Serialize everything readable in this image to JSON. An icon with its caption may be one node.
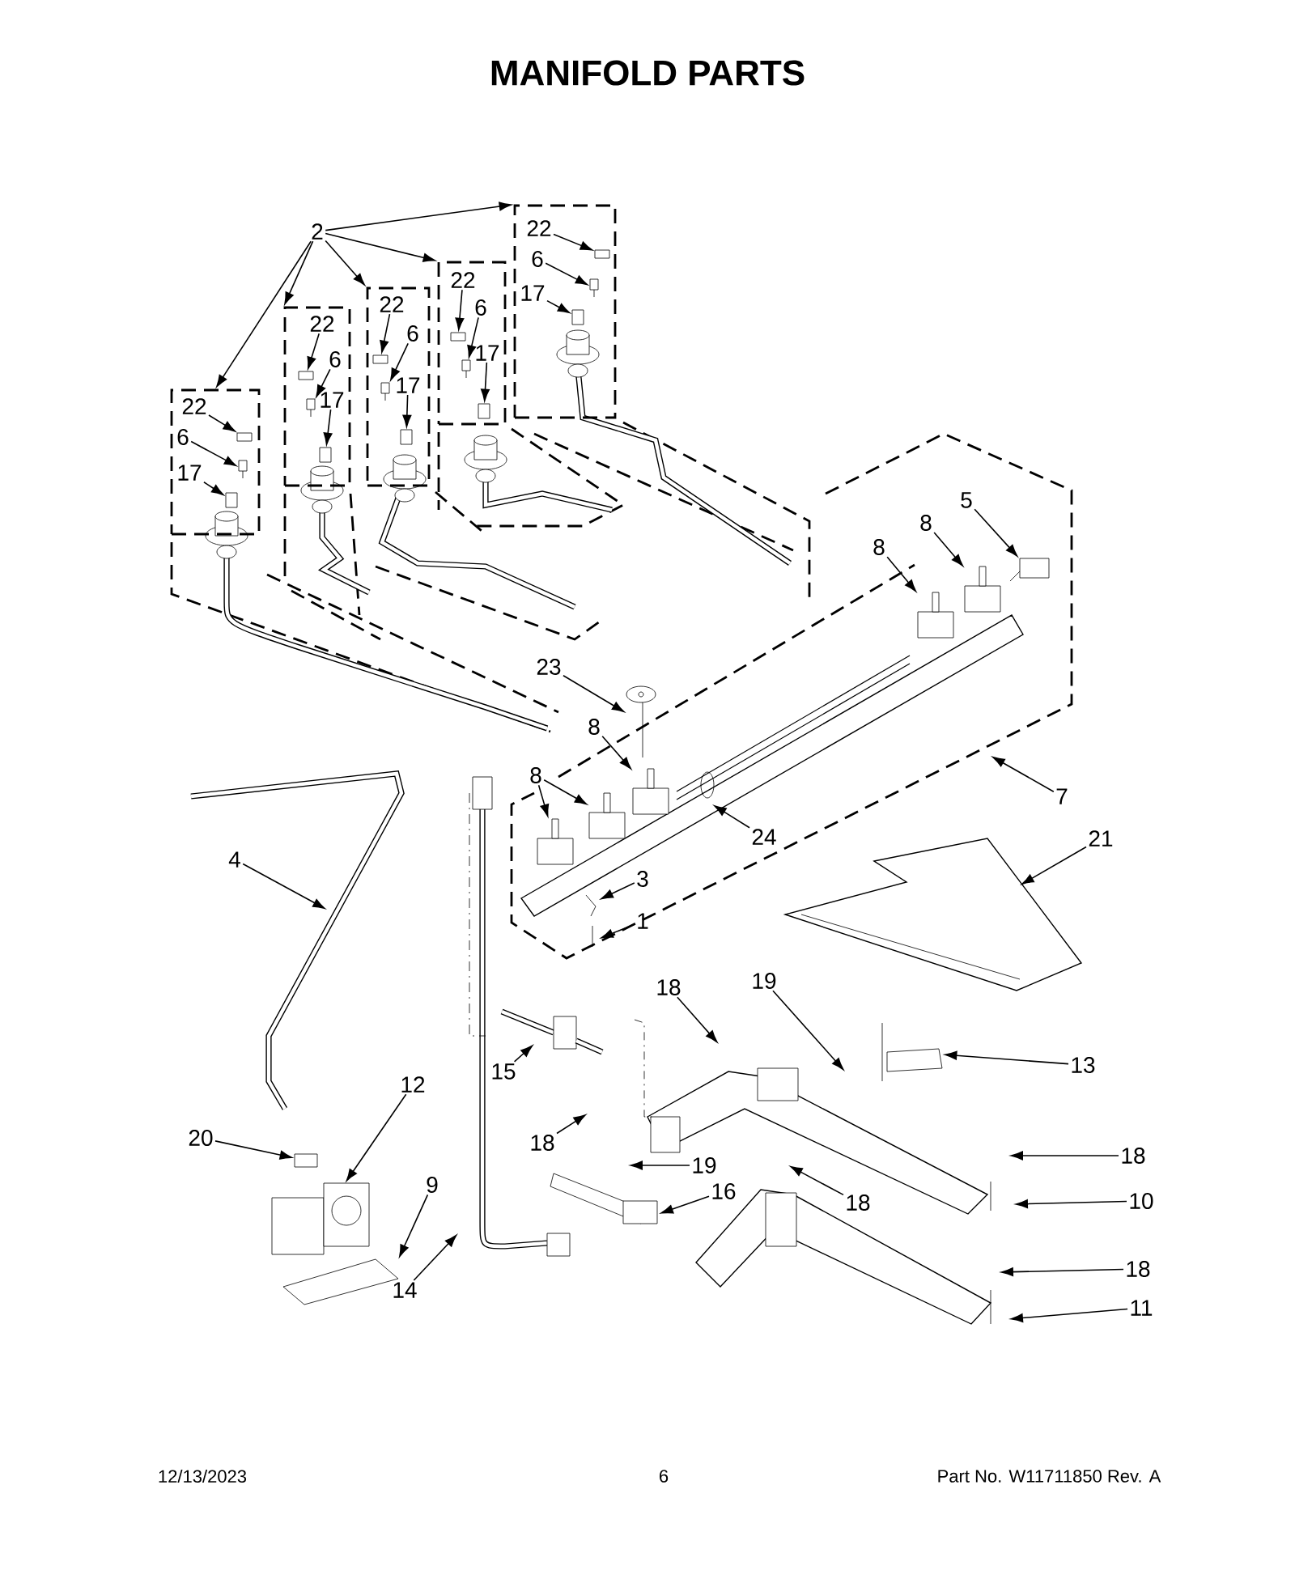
{
  "diagram": {
    "title": "MANIFOLD PARTS",
    "nodes": [
      {
        "text": [
          "2"
        ]
      },
      {
        "text": [],
        "shape": "box"
      },
      {
        "text": [
          "22"
        ],
        "in": 1
      },
      {
        "text": [
          "6"
        ],
        "in": 1
      },
      {
        "text": [
          "17"
        ],
        "in": 1
      },
      {
        "text": [],
        "shape": "box",
        "in": 1
      },
      {
        "text": [],
        "shape": "picture",
        "in": 1
      },
      {
        "text": [],
        "shape": "box",
        "in": 1
      },
      {
        "text": [],
        "shape": "box"
      },
      {
        "text": [
          "22"
        ],
        "in": 8
      },
      {
        "text": [
          "6"
        ],
        "in": 8
      },
      {
        "text": [
          "17"
        ],
        "in": 8
      },
      {
        "text": [],
        "shape": "box",
        "in": 8
      },
      {
        "text": [],
        "shape": "picture",
        "in": 8
      },
      {
        "text": [],
        "shape": "box",
        "in": 8
      },
      {
        "text": [],
        "shape": "box"
      },
      {
        "text": [
          "22"
        ],
        "in": 15
      },
      {
        "text": [
          "6"
        ],
        "in": 15
      },
      {
        "text": [
          "17"
        ],
        "in": 15
      },
      {
        "text": [],
        "shape": "box",
        "in": 15
      },
      {
        "text": [],
        "shape": "picture",
        "in": 15
      },
      {
        "text": [],
        "shape": "box",
        "in": 15
      },
      {
        "text": [],
        "shape": "box"
      },
      {
        "text": [
          "22"
        ],
        "in": 22
      },
      {
        "text": [
          "6"
        ],
        "in": 22
      },
      {
        "text": [
          "17"
        ],
        "in": 22
      },
      {
        "text": [],
        "shape": "box",
        "in": 22
      },
      {
        "text": [],
        "shape": "picture",
        "in": 22
      },
      {
        "text": [],
        "shape": "box",
        "in": 22
      },
      {
        "text": [],
        "shape": "box"
      },
      {
        "text": [
          "22"
        ],
        "in": 29
      },
      {
        "text": [
          "6"
        ],
        "in": 29
      },
      {
        "text": [
          "17"
        ],
        "in": 29
      },
      {
        "text": [],
        "shape": "box",
        "in": 29
      },
      {
        "text": [],
        "shape": "picture",
        "in": 29
      },
      {
        "text": [],
        "shape": "box",
        "in": 29
      },
      {
        "text": [
          "23"
        ]
      },
      {
        "text": [],
        "shape": "picture"
      },
      {
        "text": [
          "8"
        ]
      },
      {
        "text": [
          "8"
        ]
      },
      {
        "text": [
          "5"
        ]
      },
      {
        "text": [
          "8"
        ]
      },
      {
        "text": [
          "8"
        ]
      },
      {
        "text": [],
        "shape": "box"
      },
      {
        "text": [],
        "shape": "box"
      },
      {
        "text": [],
        "shape": "box"
      },
      {
        "text": [],
        "shape": "box"
      },
      {
        "text": [],
        "shape": "box"
      },
      {
        "text": [],
        "shape": "box"
      },
      {
        "text": [
          "24"
        ]
      },
      {
        "text": [
          "7"
        ]
      },
      {
        "text": [
          "3"
        ]
      },
      {
        "text": [
          "1"
        ]
      },
      {
        "text": [
          "21"
        ]
      },
      {
        "text": [
          "4"
        ]
      },
      {
        "text": [
          "15"
        ]
      },
      {
        "text": [
          "12"
        ]
      },
      {
        "text": [],
        "shape": "picture"
      },
      {
        "text": [
          "20"
        ]
      },
      {
        "text": [],
        "shape": "box"
      },
      {
        "text": [
          "18"
        ]
      },
      {
        "text": [
          "9"
        ]
      },
      {
        "text": [],
        "shape": "picture"
      },
      {
        "text": [
          "14"
        ]
      },
      {
        "text": [
          "18"
        ]
      },
      {
        "text": [
          "19"
        ]
      },
      {
        "text": [
          "13"
        ]
      },
      {
        "text": [],
        "shape": "picture"
      },
      {
        "text": [
          "19"
        ]
      },
      {
        "text": [
          "16"
        ]
      },
      {
        "text": [
          "18"
        ]
      },
      {
        "text": [
          "18"
        ]
      },
      {
        "text": [
          "10"
        ]
      },
      {
        "text": [
          "18"
        ]
      },
      {
        "text": [
          "11"
        ]
      }
    ],
    "edges": [
      {
        "from": 0,
        "to": 1,
        "arrow": "to"
      },
      {
        "from": 0,
        "to": 8,
        "arrow": "to"
      },
      {
        "from": 0,
        "to": 15,
        "arrow": "to"
      },
      {
        "from": 0,
        "to": 22,
        "arrow": "to"
      },
      {
        "from": 0,
        "to": 29,
        "arrow": "to"
      },
      {
        "from": 2,
        "to": 5,
        "arrow": "to"
      },
      {
        "from": 3,
        "to": 6,
        "arrow": "to"
      },
      {
        "from": 4,
        "to": 7,
        "arrow": "to"
      },
      {
        "from": 9,
        "to": 12,
        "arrow": "to"
      },
      {
        "from": 10,
        "to": 13,
        "arrow": "to"
      },
      {
        "from": 11,
        "to": 14,
        "arrow": "to"
      },
      {
        "from": 16,
        "to": 19,
        "arrow": "to"
      },
      {
        "from": 17,
        "to": 20,
        "arrow": "to"
      },
      {
        "from": 18,
        "to": 21,
        "arrow": "to"
      },
      {
        "from": 23,
        "to": 26,
        "arrow": "to"
      },
      {
        "from": 24,
        "to": 27,
        "arrow": "to"
      },
      {
        "from": 25,
        "to": 28,
        "arrow": "to"
      },
      {
        "from": 30,
        "to": 33,
        "arrow": "to"
      },
      {
        "from": 31,
        "to": 34,
        "arrow": "to"
      },
      {
        "from": 32,
        "to": 35,
        "arrow": "to"
      },
      {
        "from": 36,
        "to": 37,
        "arrow": "to"
      },
      {
        "from": 38,
        "to": 46,
        "arrow": "to"
      },
      {
        "from": 39,
        "to": 47,
        "arrow": "to"
      },
      {
        "from": 40,
        "to": 48,
        "arrow": "to"
      },
      {
        "from": 41,
        "to": 45,
        "arrow": "to"
      },
      {
        "from": 42,
        "to": 43,
        "arrow": "to"
      },
      {
        "from": 42,
        "to": 44,
        "arrow": "to"
      },
      {
        "from": 49,
        "to": null,
        "arrow": "to"
      },
      {
        "from": 50,
        "to": null,
        "arrow": "to"
      },
      {
        "from": 51,
        "to": null,
        "arrow": "to"
      },
      {
        "from": 52,
        "to": null,
        "arrow": "to"
      },
      {
        "from": 53,
        "to": null,
        "arrow": "to"
      },
      {
        "from": 54,
        "to": null,
        "arrow": "to"
      },
      {
        "from": 55,
        "to": null,
        "arrow": "to"
      },
      {
        "from": 56,
        "to": 57,
        "arrow": "to"
      },
      {
        "from": 58,
        "to": 59,
        "arrow": "to"
      },
      {
        "from": 60,
        "to": null,
        "arrow": "to"
      },
      {
        "from": 61,
        "to": 62,
        "arrow": "to"
      },
      {
        "from": 63,
        "to": null,
        "arrow": "to"
      },
      {
        "from": 64,
        "to": null,
        "arrow": "to"
      },
      {
        "from": 65,
        "to": null,
        "arrow": "to"
      },
      {
        "from": 66,
        "to": 67,
        "arrow": "to"
      },
      {
        "from": 68,
        "to": null,
        "arrow": "to"
      },
      {
        "from": 69,
        "to": null,
        "arrow": "to"
      },
      {
        "from": 70,
        "to": null,
        "arrow": "to"
      },
      {
        "from": 71,
        "to": null,
        "arrow": "to"
      },
      {
        "from": 72,
        "to": null,
        "arrow": "to"
      },
      {
        "from": 73,
        "to": null,
        "arrow": "to"
      },
      {
        "from": 74,
        "to": null,
        "arrow": "to"
      }
    ],
    "labels": [
      "12/13/2023",
      "6",
      "Part No.  W11711850  Rev.  A"
    ]
  }
}
